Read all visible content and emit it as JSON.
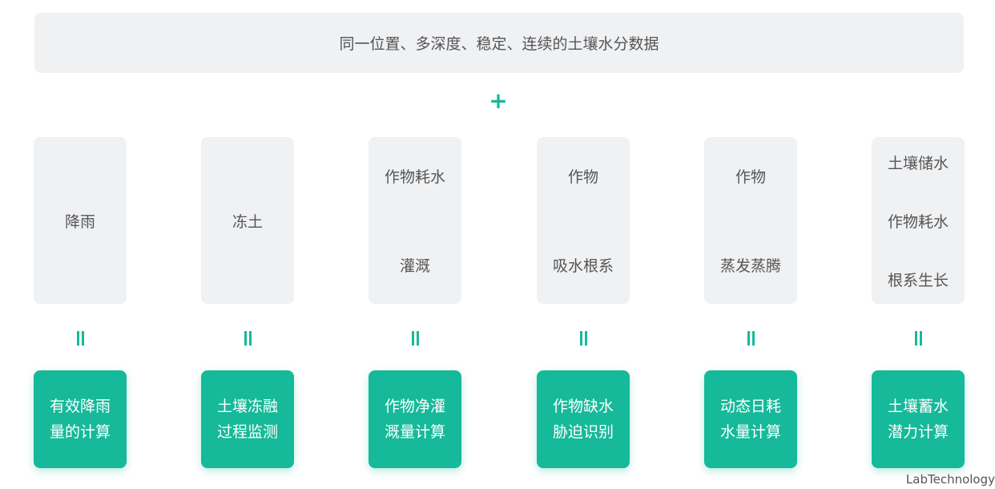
{
  "banner": {
    "text": "同一位置、多深度、稳定、连续的土壤水分数据"
  },
  "plus_symbol": "+",
  "columns": [
    {
      "inputs": [
        "降雨"
      ],
      "result": [
        "有效降雨",
        "量的计算"
      ]
    },
    {
      "inputs": [
        "冻土"
      ],
      "result": [
        "土壤冻融",
        "过程监测"
      ]
    },
    {
      "inputs": [
        "作物耗水",
        "灌溉"
      ],
      "result": [
        "作物净灌",
        "溉量计算"
      ]
    },
    {
      "inputs": [
        "作物",
        "吸水根系"
      ],
      "result": [
        "作物缺水",
        "胁迫识别"
      ]
    },
    {
      "inputs": [
        "作物",
        "蒸发蒸腾"
      ],
      "result": [
        "动态日耗",
        "水量计算"
      ]
    },
    {
      "inputs": [
        "土壤储水",
        "作物耗水",
        "根系生长"
      ],
      "result": [
        "土壤蓄水",
        "潜力计算"
      ]
    }
  ],
  "watermark": "LabTechnology",
  "colors": {
    "accent": "#16b99a",
    "panel": "#f0f1f3",
    "text": "#555555"
  }
}
